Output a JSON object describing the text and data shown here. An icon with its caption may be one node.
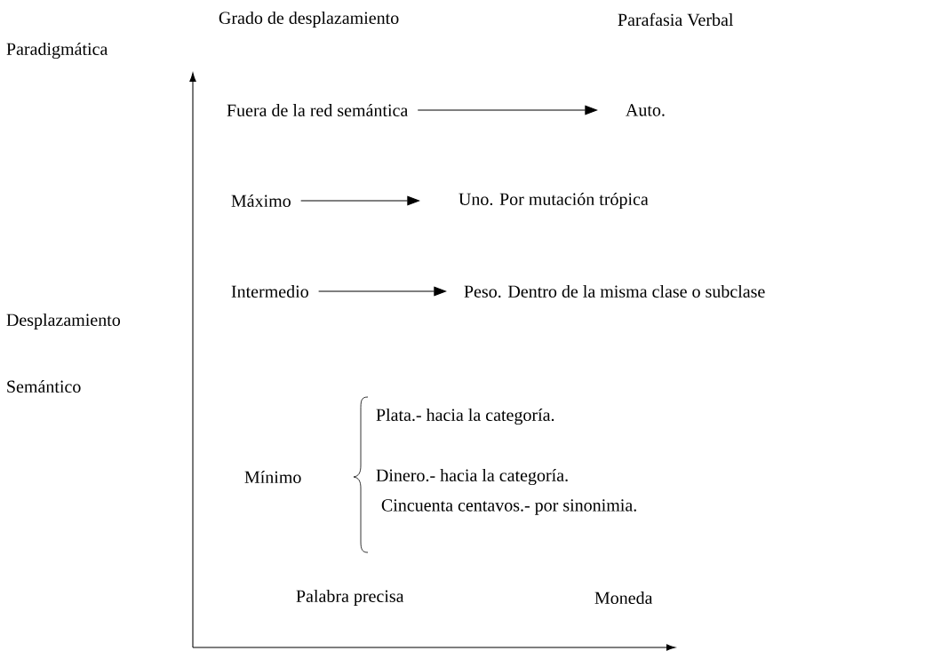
{
  "diagram": {
    "nodes": [
      {
        "text": [
          "Fuera de la red semántica"
        ]
      },
      {
        "text": [
          "Auto."
        ]
      },
      {
        "text": [
          "Máximo"
        ]
      },
      {
        "text": [
          "Uno. Por mutación trópica"
        ]
      },
      {
        "text": [
          "Intermedio"
        ]
      },
      {
        "text": [
          "Peso. Dentro de la misma clase o subclase"
        ]
      }
    ],
    "edges": [
      {
        "from": 0,
        "to": 1,
        "arrow": "to"
      },
      {
        "from": 2,
        "to": 3,
        "arrow": "to"
      },
      {
        "from": 4,
        "to": 5,
        "arrow": "to"
      }
    ],
    "labels": [
      "Grado de desplazamiento",
      "Parafasia Verbal",
      "Paradigmática",
      "Desplazamiento",
      "Semántico",
      "Plata.- hacia la categoría.",
      "Mínimo",
      "Dinero.- hacia la categoría.",
      "Cincuenta centavos.- por sinonimia.",
      "Palabra precisa",
      "Moneda"
    ]
  }
}
